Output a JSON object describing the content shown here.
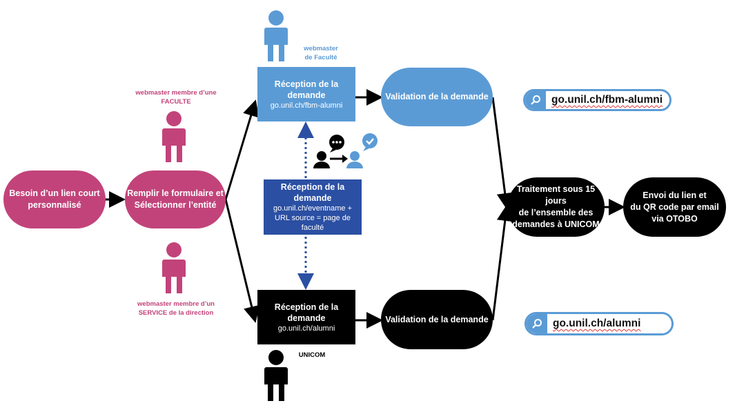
{
  "colors": {
    "pink": "#c2437a",
    "light_blue": "#5b9bd5",
    "dark_blue": "#2b4fa3",
    "black": "#000000"
  },
  "roles": {
    "faculty_member": [
      "webmaster membre d’une",
      "FACULTE"
    ],
    "service_member": [
      "webmaster membre d’un",
      "SERVICE de la direction"
    ],
    "faculty_webmaster": [
      "webmaster",
      "de Faculté"
    ],
    "unicom": "UNICOM"
  },
  "nodes": {
    "need": [
      "Besoin d’un lien court",
      "personnalisé"
    ],
    "fill_form": [
      "Remplir le formulaire et",
      "Sélectionner l’entité"
    ],
    "reception_faculty": {
      "title": "Réception de la demande",
      "url": "go.unil.ch/fbm-alumni"
    },
    "reception_event": {
      "title": "Réception de la demande",
      "lines": [
        "go.unil.ch/eventname +",
        "URL source = page de faculté"
      ]
    },
    "reception_unicom": {
      "title": "Réception de la demande",
      "url": "go.unil.ch/alumni"
    },
    "validation_faculty": "Validation de la demande",
    "validation_unicom": "Validation de la demande",
    "processing": [
      "Traitement sous 15 jours",
      "de l’ensemble des",
      "demandes à UNICOM"
    ],
    "send": [
      "Envoi du lien et",
      "du QR code par email",
      "via OTOBO"
    ]
  },
  "search_bars": [
    {
      "icon": "search-icon",
      "text": "go.unil.ch/fbm-alumni"
    },
    {
      "icon": "search-icon",
      "text": "go.unil.ch/alumni"
    }
  ],
  "icons": [
    "person-icon",
    "chat-handover-icon",
    "checkmark-bubble-icon",
    "magnifier-icon"
  ]
}
